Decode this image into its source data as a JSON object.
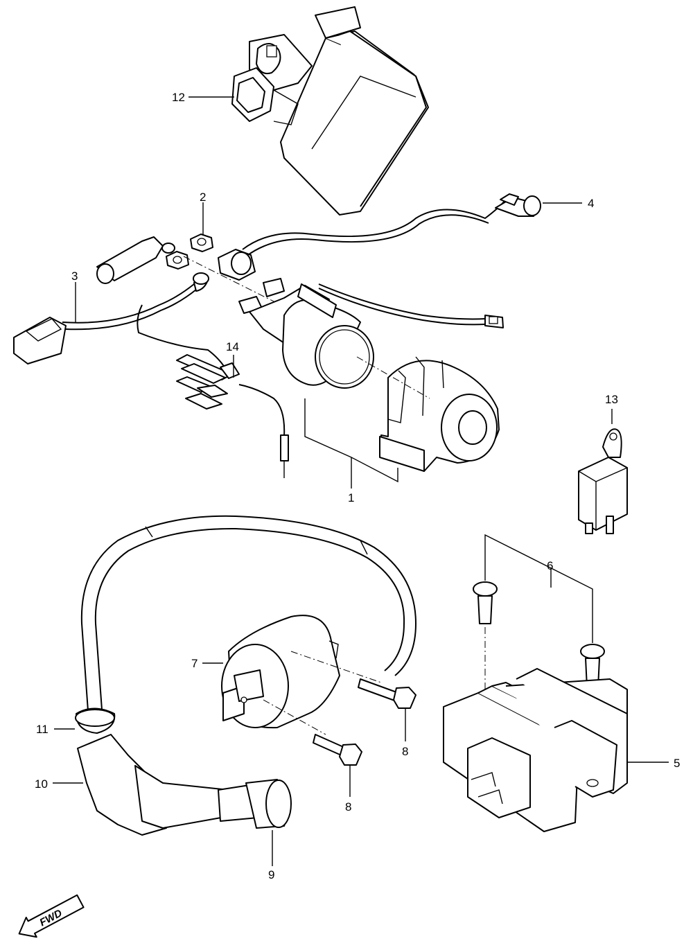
{
  "callouts": {
    "c1": "1",
    "c2": "2",
    "c3": "3",
    "c4": "4",
    "c5": "5",
    "c6": "6",
    "c7": "7",
    "c8a": "8",
    "c8b": "8",
    "c9": "9",
    "c10": "10",
    "c11": "11",
    "c12": "12",
    "c13": "13",
    "c14": "14"
  },
  "fwd_label": "FWD"
}
